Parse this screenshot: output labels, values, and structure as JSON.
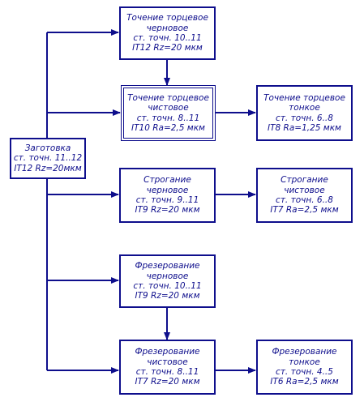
{
  "diagram": {
    "colors": {
      "line": "#0e0e8c",
      "background": "#ffffff"
    },
    "nodes": {
      "start": {
        "lines": [
          "Заготовка",
          "ст. точн. 11..12",
          "IT12  Rz=20мкм"
        ]
      },
      "face_rough": {
        "lines": [
          "Точение торцевое",
          "черновое",
          "ст. точн. 10..11",
          "IT12  Rz=20 мкм"
        ]
      },
      "face_finish": {
        "lines": [
          "Точение торцевое",
          "чистовое",
          "ст. точн. 8..11",
          "IT10  Ra=2,5 мкм"
        ]
      },
      "face_fine": {
        "lines": [
          "Точение торцевое",
          "тонкое",
          "ст. точн. 6..8",
          "IT8  Ra=1,25 мкм"
        ]
      },
      "plane_rough": {
        "lines": [
          "Строгание",
          "черновое",
          "ст. точн. 9..11",
          "IT9  Rz=20 мкм"
        ]
      },
      "plane_finish": {
        "lines": [
          "Строгание",
          "чистовое",
          "ст. точн. 6..8",
          "IT7  Ra=2,5 мкм"
        ]
      },
      "mill_rough": {
        "lines": [
          "Фрезерование",
          "черновое",
          "ст. точн. 10..11",
          "IT9  Rz=20 мкм"
        ]
      },
      "mill_finish": {
        "lines": [
          "Фрезерование",
          "чистовое",
          "ст. точн. 8..11",
          "IT7  Rz=20 мкм"
        ]
      },
      "mill_fine": {
        "lines": [
          "Фрезерование",
          "тонкое",
          "ст. точн. 4..5",
          "IT6  Ra=2,5 мкм"
        ]
      }
    }
  }
}
